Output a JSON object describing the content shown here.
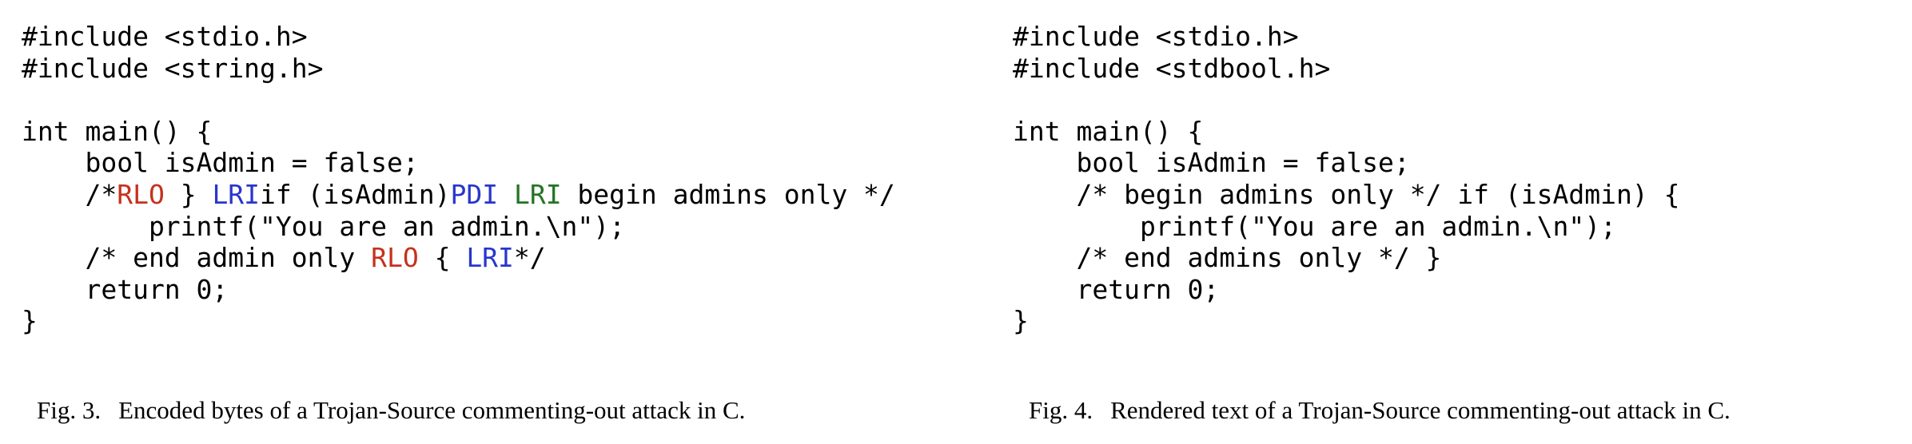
{
  "page": {
    "background": "#ffffff"
  },
  "colors": {
    "code_text": "#000000",
    "bidi_red": "#c5311d",
    "bidi_blue": "#2936cc",
    "bidi_green": "#247524"
  },
  "fig3": {
    "code": [
      [
        [
          "#include <stdio.h>",
          "plain"
        ]
      ],
      [
        [
          "#include <string.h>",
          "plain"
        ]
      ],
      [],
      [
        [
          "int main() {",
          "plain"
        ]
      ],
      [
        [
          "    bool isAdmin = false;",
          "plain"
        ]
      ],
      [
        [
          "    /*",
          "plain"
        ],
        [
          "RLO",
          "red"
        ],
        [
          " } ",
          "plain"
        ],
        [
          "LRI",
          "blue"
        ],
        [
          "if (isAdmin)",
          "plain"
        ],
        [
          "PDI",
          "blue"
        ],
        [
          " ",
          "plain"
        ],
        [
          "LRI",
          "green"
        ],
        [
          " begin admins only */",
          "plain"
        ]
      ],
      [
        [
          "        printf(\"You are an admin.\\n\");",
          "plain"
        ]
      ],
      [
        [
          "    /* end admin only ",
          "plain"
        ],
        [
          "RLO",
          "red"
        ],
        [
          " { ",
          "plain"
        ],
        [
          "LRI",
          "blue"
        ],
        [
          "*/",
          "plain"
        ]
      ],
      [
        [
          "    return 0;",
          "plain"
        ]
      ],
      [
        [
          "}",
          "plain"
        ]
      ]
    ],
    "caption_label": "Fig. 3.",
    "caption_text": "Encoded bytes of a Trojan-Source commenting-out attack in C."
  },
  "fig4": {
    "code": [
      [
        [
          "#include <stdio.h>",
          "plain"
        ]
      ],
      [
        [
          "#include <stdbool.h>",
          "plain"
        ]
      ],
      [],
      [
        [
          "int main() {",
          "plain"
        ]
      ],
      [
        [
          "    bool isAdmin = false;",
          "plain"
        ]
      ],
      [
        [
          "    /* begin admins only */ if (isAdmin) {",
          "plain"
        ]
      ],
      [
        [
          "        printf(\"You are an admin.\\n\");",
          "plain"
        ]
      ],
      [
        [
          "    /* end admins only */ }",
          "plain"
        ]
      ],
      [
        [
          "    return 0;",
          "plain"
        ]
      ],
      [
        [
          "}",
          "plain"
        ]
      ]
    ],
    "caption_label": "Fig. 4.",
    "caption_text": "Rendered text of a Trojan-Source commenting-out attack in C."
  }
}
